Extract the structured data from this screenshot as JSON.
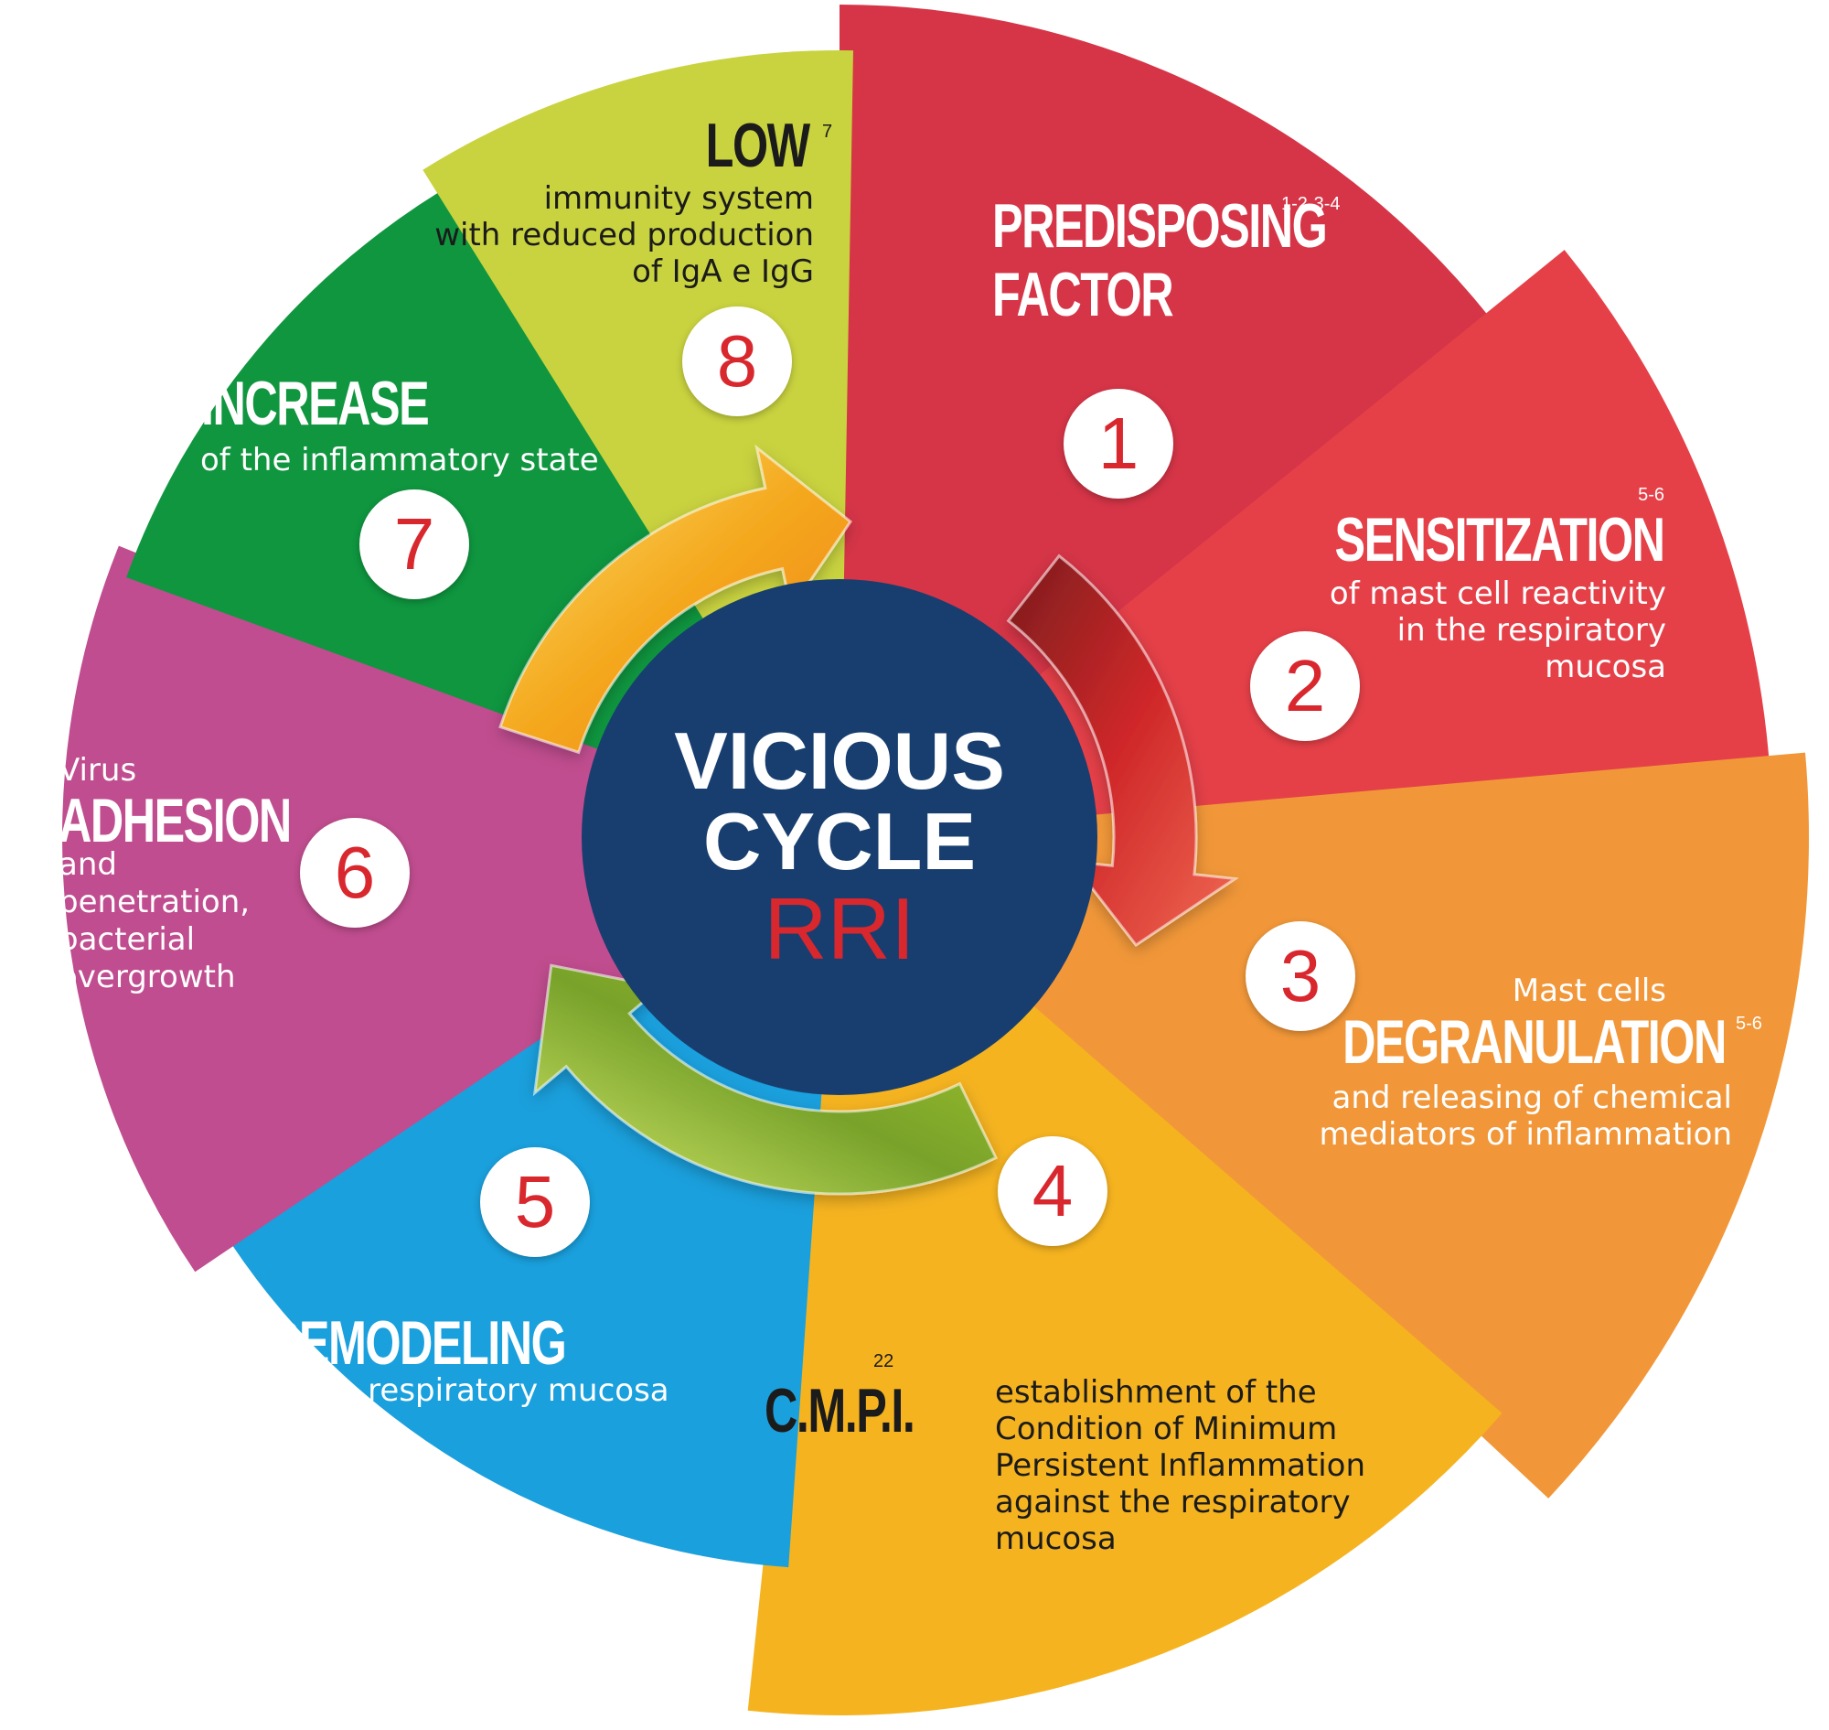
{
  "center": {
    "line1": "VICIOUS",
    "line2": "CYCLE",
    "line3": "RRI"
  },
  "colors": {
    "step1": "#d53547",
    "step2": "#e54048",
    "step3": "#f19739",
    "step4": "#f5b320",
    "step5": "#1aa0dd",
    "step6": "#c04d8f",
    "step7": "#0f963f",
    "step8": "#c9d33f",
    "center": "#183e6f",
    "number": "#d9272e"
  },
  "steps": [
    {
      "number": "1",
      "title": "PREDISPOSING",
      "title2": "FACTOR",
      "sup": "1-2-3-4",
      "text": ""
    },
    {
      "number": "2",
      "pre": "",
      "title": "SENSITIZATION",
      "sup": "5-6",
      "lines": [
        "of mast cell reactivity",
        "in the respiratory",
        "mucosa"
      ]
    },
    {
      "number": "3",
      "pre": "Mast cells",
      "title": "DEGRANULATION",
      "sup": "5-6",
      "lines": [
        "and releasing of chemical",
        "mediators of inflammation"
      ]
    },
    {
      "number": "4",
      "title": "C.M.P.I.",
      "sup": "22",
      "lines": [
        "establishment of the",
        "Condition of Minimum",
        "Persistent Inflammation",
        "against the respiratory",
        "mucosa"
      ]
    },
    {
      "number": "5",
      "title": "REMODELING",
      "lines": [
        "of the respiratory mucosa"
      ]
    },
    {
      "number": "6",
      "pre": "Virus",
      "title": "ADHESION",
      "lines": [
        "and",
        "penetration,",
        "bacterial",
        "overgrowth"
      ]
    },
    {
      "number": "7",
      "title": "INCREASE",
      "lines": [
        "of the inflammatory state"
      ]
    },
    {
      "number": "8",
      "title": "LOW",
      "sup": "7",
      "lines": [
        "immunity system",
        "with reduced production",
        "of IgA e IgG"
      ]
    }
  ]
}
